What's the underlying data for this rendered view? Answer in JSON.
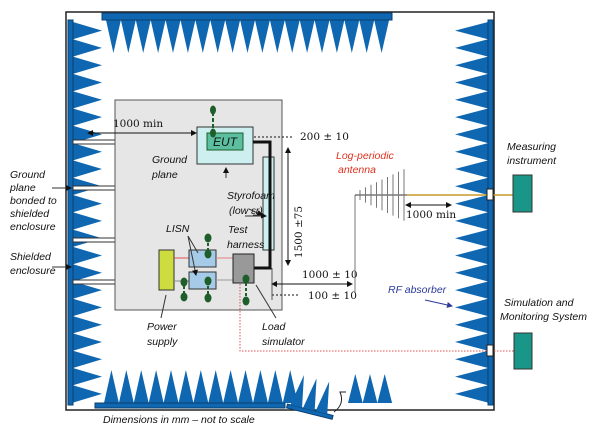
{
  "labels": {
    "eut": "EUT",
    "ground_plane": [
      "Ground",
      "plane"
    ],
    "styrofoam": [
      "Styrofoam",
      "(low εr)"
    ],
    "test_harness": [
      "Test",
      "harness"
    ],
    "lisn": "LISN",
    "power_supply": [
      "Power",
      "supply"
    ],
    "load_simulator": [
      "Load",
      "simulator"
    ],
    "antenna": [
      "Log-periodic",
      "antenna"
    ],
    "measuring_instrument": [
      "Measuring",
      "instrument"
    ],
    "rf_absorber": "RF absorber",
    "sim_monitor": [
      "Simulation and",
      "Monitoring System"
    ],
    "ground_bonded": [
      "Ground",
      "plane",
      "bonded to",
      "shielded",
      "enclosure"
    ],
    "shielded_enclosure": [
      "Shielded",
      "enclosure"
    ],
    "footnote": "Dimensions in mm – not to scale"
  },
  "dimensions": {
    "eut_to_wall": "1000 min",
    "eut_to_edge": "200 ± 10",
    "harness_length": "1500 ±75",
    "harness_to_antenna": "1000 ± 10",
    "harness_to_edge": "100 ± 10",
    "antenna_to_wall": "1000 min"
  },
  "colors": {
    "absorber": "#0f67b1",
    "ground_plane": "#e6e6e6",
    "instrument": "#1a9689",
    "power_supply": "#cddc3f",
    "lisn": "#a6cbe8",
    "styrofoam": "#cdeff0",
    "eut": "#5cbf9f",
    "probe": "#1e5e2a",
    "antenna_label": "#e0301e",
    "rf_label": "#2b3a9a"
  }
}
